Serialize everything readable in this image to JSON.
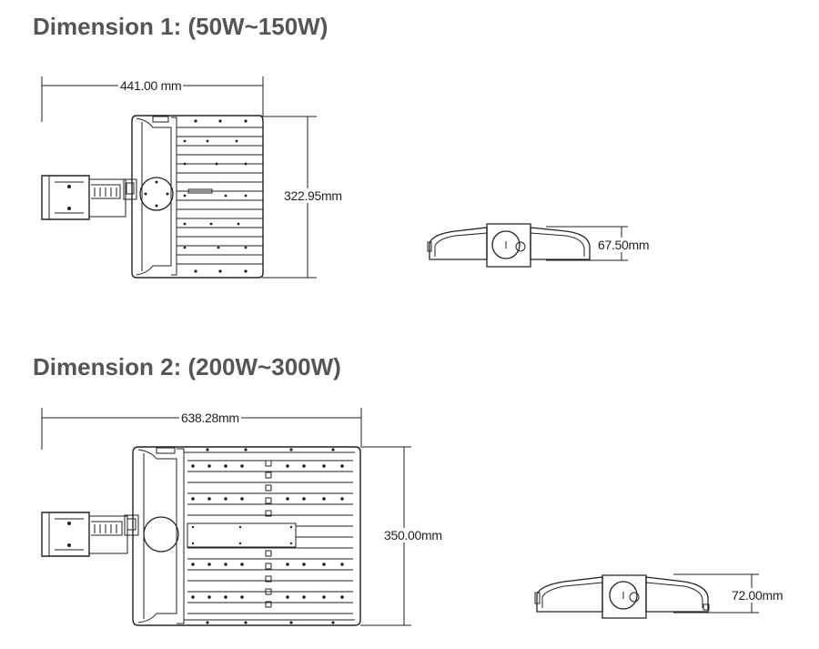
{
  "sections": [
    {
      "title": "Dimension 1: (50W~150W)",
      "dims": {
        "width": "441.00 mm",
        "depth": "322.95mm",
        "height": "67.50mm"
      }
    },
    {
      "title": "Dimension 2: (200W~300W)",
      "dims": {
        "width": "638.28mm",
        "depth": "350.00mm",
        "height": "72.00mm"
      }
    }
  ],
  "colors": {
    "title": "#555555",
    "line": "#222222",
    "body": "#ffffff"
  }
}
